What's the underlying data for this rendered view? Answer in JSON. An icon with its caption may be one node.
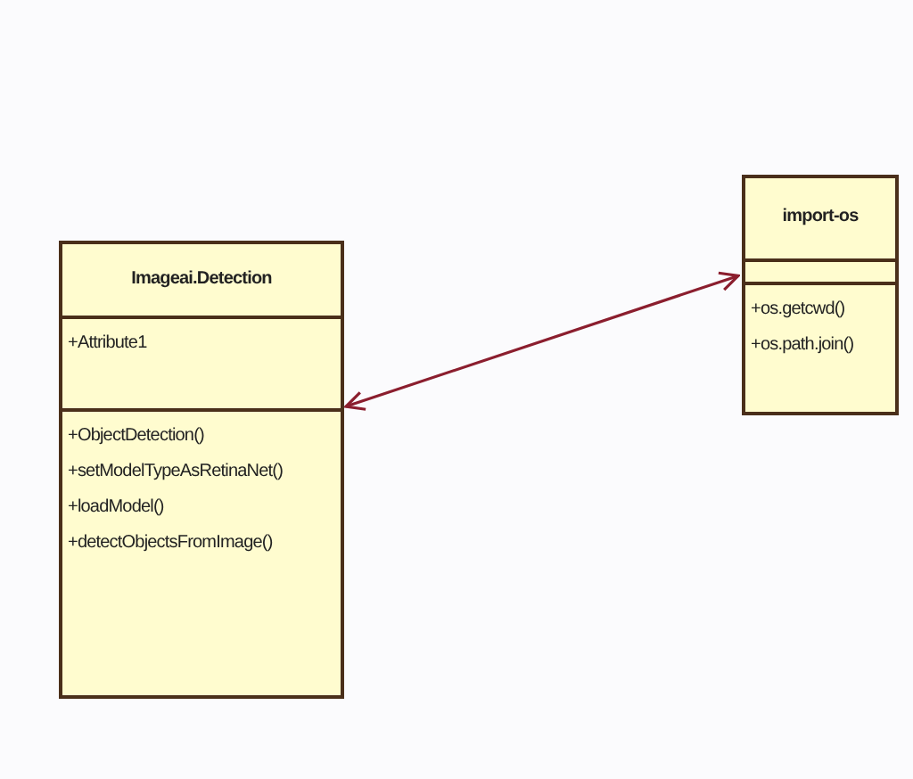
{
  "diagram": {
    "nodes": [
      {
        "text": [
          "Imageai.Detection",
          "+Attribute1",
          "+ObjectDetection()",
          "+setModelTypeAsRetinaNet()",
          "+loadModel()",
          "+detectObjectsFromImage()"
        ]
      },
      {
        "text": [
          "import-os",
          "+os.getcwd()",
          "+os.path.join()"
        ]
      }
    ],
    "edges": [
      {
        "from": 0,
        "to": 1,
        "arrow": "both"
      }
    ]
  }
}
